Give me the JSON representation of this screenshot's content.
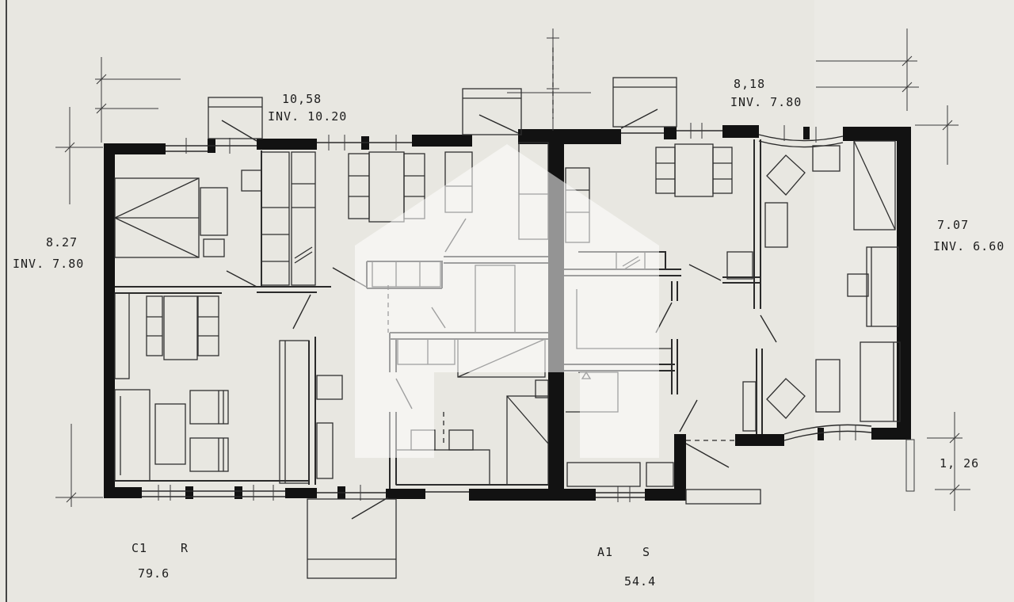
{
  "dimensions": {
    "top_left": "10,58",
    "top_left_inv": "INV. 10.20",
    "top_right": "8,18",
    "top_right_inv": "INV. 7.80",
    "left": "8.27",
    "left_inv": "INV. 7.80",
    "right": "7.07",
    "right_inv": "INV. 6.60",
    "bottom_right": "1, 26"
  },
  "units": {
    "left": {
      "code": "C1",
      "letter": "R",
      "area": "79.6"
    },
    "right": {
      "code": "A1",
      "letter": "S",
      "area": "54.4"
    }
  },
  "watermark": "house-watermark-icon"
}
